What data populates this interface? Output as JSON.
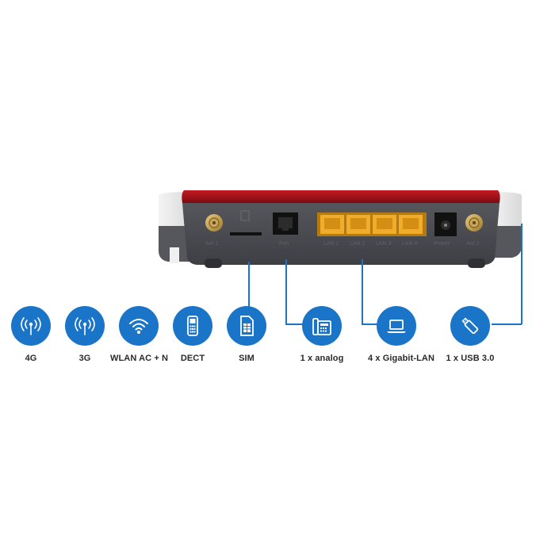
{
  "colors": {
    "accent": "#1a74c8",
    "router_red": "#a3111a",
    "router_gray": "#4b4d52",
    "port_yellow": "#e8a21d"
  },
  "router": {
    "port_labels": [
      "Ant 1",
      "Fon",
      "LAN 1",
      "LAN 2",
      "LAN 3",
      "LAN 4",
      "Power",
      "Ant 2"
    ]
  },
  "features": [
    {
      "id": "4g",
      "label": "4G",
      "icon": "signal-antenna-icon"
    },
    {
      "id": "3g",
      "label": "3G",
      "icon": "signal-antenna-icon"
    },
    {
      "id": "wlan",
      "label": "WLAN AC + N",
      "icon": "wifi-icon"
    },
    {
      "id": "dect",
      "label": "DECT",
      "icon": "cordless-phone-icon"
    },
    {
      "id": "sim",
      "label": "SIM",
      "icon": "sim-card-icon"
    },
    {
      "id": "analog",
      "label": "1 x analog",
      "icon": "telephone-icon"
    },
    {
      "id": "lan",
      "label": "4 x Gigabit-LAN",
      "icon": "laptop-icon"
    },
    {
      "id": "usb",
      "label": "1 x USB 3.0",
      "icon": "usb-stick-icon"
    }
  ]
}
